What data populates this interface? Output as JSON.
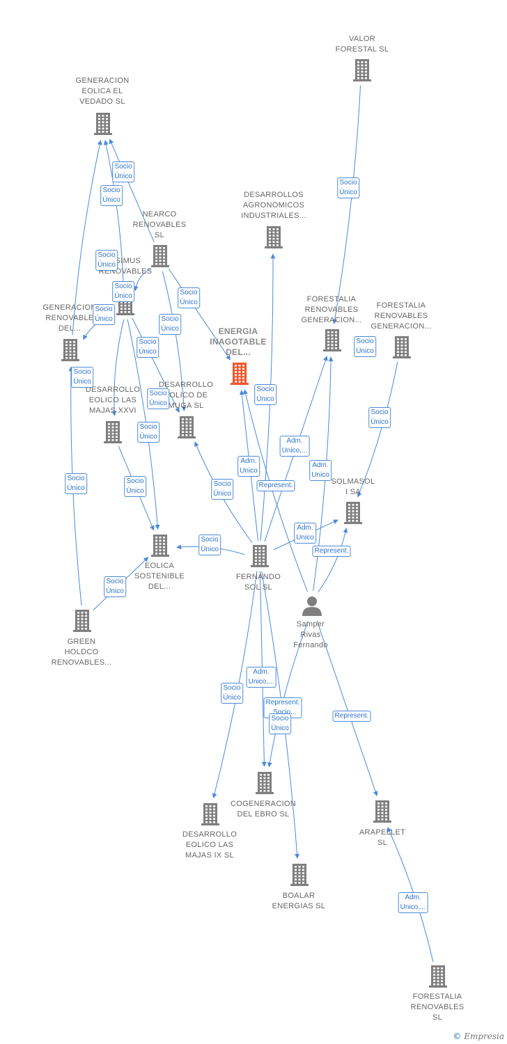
{
  "colors": {
    "edge": "#4a8ad8",
    "building": "#7f7f7f",
    "highlight": "#f0582c",
    "person": "#7f7f7f"
  },
  "nodes": [
    {
      "id": "valor",
      "label": "VALOR\nFORESTAL SL",
      "icon": "building"
    },
    {
      "id": "vedado",
      "label": "GENERACION\nEOLICA EL\nVEDADO SL",
      "icon": "building"
    },
    {
      "id": "agronomicos",
      "label": "DESARROLLOS\nAGRONOMICOS\nINDUSTRIALES...",
      "icon": "building"
    },
    {
      "id": "nearco",
      "label": "NEARCO\nRENOVABLES\nSL",
      "icon": "building"
    },
    {
      "id": "ossimus",
      "label": "SSIMUS\nRENOVABLES",
      "icon": "building"
    },
    {
      "id": "generacion2",
      "label": "GENERACION\nRENOVABLE\nDEL...",
      "icon": "building"
    },
    {
      "id": "energia",
      "label": "ENERGIA\nINAGOTABLE\nDEL...",
      "icon": "building",
      "highlight": true
    },
    {
      "id": "forestalia_gen1",
      "label": "FORESTALIA\nRENOVABLES\nGENERACION...",
      "icon": "building"
    },
    {
      "id": "forestalia_gen2",
      "label": "FORESTALIA\nRENOVABLES\nGENERACION...",
      "icon": "building"
    },
    {
      "id": "majas_xxvi",
      "label": "DESARROLLO\nEOLICO LAS\nMAJAS XXVI",
      "icon": "building"
    },
    {
      "id": "muga",
      "label": "DESARROLLO\nEOLICO DE\nMUGA SL",
      "icon": "building"
    },
    {
      "id": "solmasol",
      "label": "SOLMASOL\nI SA",
      "icon": "building"
    },
    {
      "id": "eolica_sostenible",
      "label": "EOLICA\nSOSTENIBLE\nDEL...",
      "icon": "building"
    },
    {
      "id": "fernando",
      "label": "FERNANDO\nSOL SL",
      "icon": "building"
    },
    {
      "id": "samper",
      "label": "Samper\nRivas\nFernando",
      "icon": "person"
    },
    {
      "id": "green",
      "label": "GREEN\nHOLDCO\nRENOVABLES...",
      "icon": "building"
    },
    {
      "id": "cogeneracion",
      "label": "COGENERACION\nDEL EBRO  SL",
      "icon": "building"
    },
    {
      "id": "majas_ix",
      "label": "DESARROLLO\nEOLICO LAS\nMAJAS IX  SL",
      "icon": "building"
    },
    {
      "id": "arapellet",
      "label": "ARAPELLET\nSL",
      "icon": "building"
    },
    {
      "id": "boalar",
      "label": "BOALAR\nENERGIAS  SL",
      "icon": "building"
    },
    {
      "id": "forestalia_sl",
      "label": "FORESTALIA\nRENOVABLES\nSL",
      "icon": "building"
    }
  ],
  "edges": [
    {
      "from": "valor",
      "to": "forestalia_gen1",
      "label": "Socio\nÚnico"
    },
    {
      "from": "nearco",
      "to": "vedado",
      "label": "Socio\nÚnico"
    },
    {
      "from": "ossimus",
      "to": "vedado",
      "label": "Socio\nÚnico"
    },
    {
      "from": "generacion2",
      "to": "vedado",
      "label": "Socio\nÚnico"
    },
    {
      "from": "nearco",
      "to": "energia",
      "label": "Socio\nÚnico"
    },
    {
      "from": "nearco",
      "to": "ossimus",
      "label": "Socio\nÚnico"
    },
    {
      "from": "nearco",
      "to": "muga",
      "label": "Socio\nÚnico"
    },
    {
      "from": "ossimus",
      "to": "muga",
      "label": "Socio\nÚnico"
    },
    {
      "from": "ossimus",
      "to": "generacion2",
      "label": "Socio\nÚnico"
    },
    {
      "from": "ossimus",
      "to": "eolica_sostenible",
      "label": "Socio\nÚnico"
    },
    {
      "from": "majas_xxvi",
      "to": "eolica_sostenible",
      "label": "Socio\nÚnico"
    },
    {
      "from": "ossimus",
      "to": "majas_xxvi",
      "label": "Socio\nÚnico"
    },
    {
      "from": "green",
      "to": "generacion2",
      "label": "Socio\nÚnico"
    },
    {
      "from": "green",
      "to": "eolica_sostenible",
      "label": "Socio\nÚnico"
    },
    {
      "from": "fernando",
      "to": "eolica_sostenible",
      "label": "Socio\nÚnico"
    },
    {
      "from": "fernando",
      "to": "muga",
      "label": "Socio\nÚnico"
    },
    {
      "from": "fernando",
      "to": "energia",
      "label": "Adm.\nUnico"
    },
    {
      "from": "fernando",
      "to": "agronomicos",
      "label": "Represent."
    },
    {
      "from": "samper",
      "to": "energia",
      "label": "Socio\nÚnico"
    },
    {
      "from": "fernando",
      "to": "forestalia_gen1",
      "label": "Adm.\nUnico,..."
    },
    {
      "from": "samper",
      "to": "forestalia_gen1",
      "label": "Adm.\nUnico"
    },
    {
      "from": "forestalia_gen2",
      "to": "solmasol",
      "label": "Socio\nÚnico"
    },
    {
      "from": "fernando",
      "to": "solmasol",
      "label": "Adm.\nUnico"
    },
    {
      "from": "samper",
      "to": "solmasol",
      "label": "Represent."
    },
    {
      "from": "fernando",
      "to": "majas_ix",
      "label": "Socio\nÚnico"
    },
    {
      "from": "fernando",
      "to": "cogeneracion",
      "label": "Adm.\nUnico,..."
    },
    {
      "from": "samper",
      "to": "cogeneracion",
      "label": "Represent.\n, Socio..."
    },
    {
      "from": "fernando",
      "to": "boalar",
      "label": "Socio\nÚnico"
    },
    {
      "from": "samper",
      "to": "arapellet",
      "label": "Represent."
    },
    {
      "from": "forestalia_sl",
      "to": "arapellet",
      "label": "Adm.\nUnico,..."
    }
  ],
  "extra_labels": [
    {
      "label": "Socio\nÚnico"
    },
    {
      "label": "Socio\nÚnico"
    }
  ],
  "credit": {
    "symbol": "©",
    "brand": "Empresia"
  }
}
